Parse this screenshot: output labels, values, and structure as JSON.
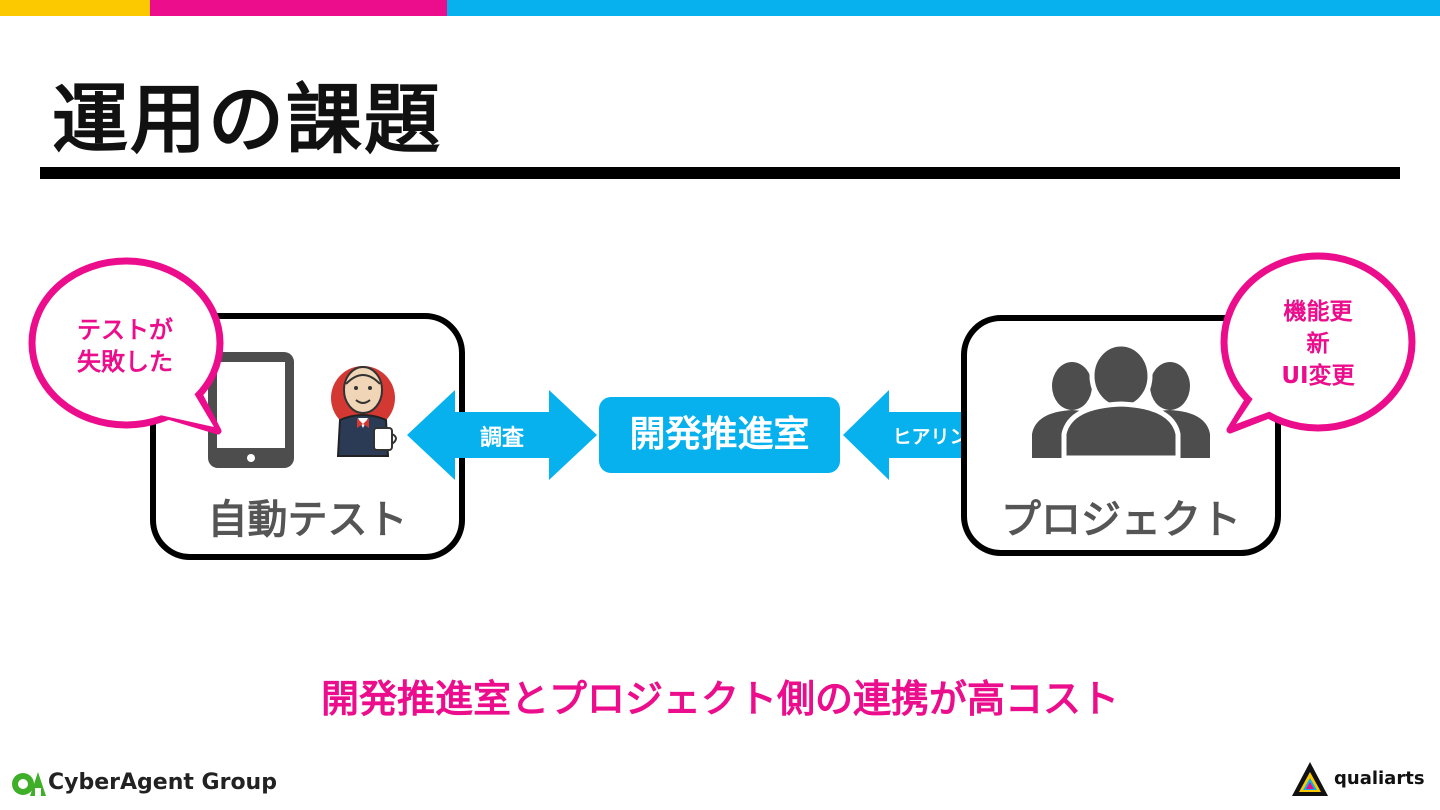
{
  "title": "運用の課題",
  "colors": {
    "yellow": "#fcc800",
    "magenta": "#ec0d8c",
    "cyan": "#07b1ee",
    "icon_gray": "#4d4d4d"
  },
  "left_box": {
    "label": "自動テスト",
    "icons": [
      "tablet-icon",
      "jenkins-icon"
    ]
  },
  "left_bubble": {
    "line1": "テストが",
    "line2": "失敗した"
  },
  "left_arrow": {
    "label": "調査"
  },
  "center_box": {
    "label": "開発推進室"
  },
  "right_arrow": {
    "label": "ヒアリング"
  },
  "right_box": {
    "label": "プロジェクト",
    "icons": [
      "people-icon"
    ]
  },
  "right_bubble": {
    "line1": "機能更",
    "line2": "新",
    "line3": "UI変更"
  },
  "bottom_message": "開発推進室とプロジェクト側の連携が高コスト",
  "footer": {
    "left_logo_text": "CyberAgent Group",
    "right_logo_text": "qualiarts"
  }
}
